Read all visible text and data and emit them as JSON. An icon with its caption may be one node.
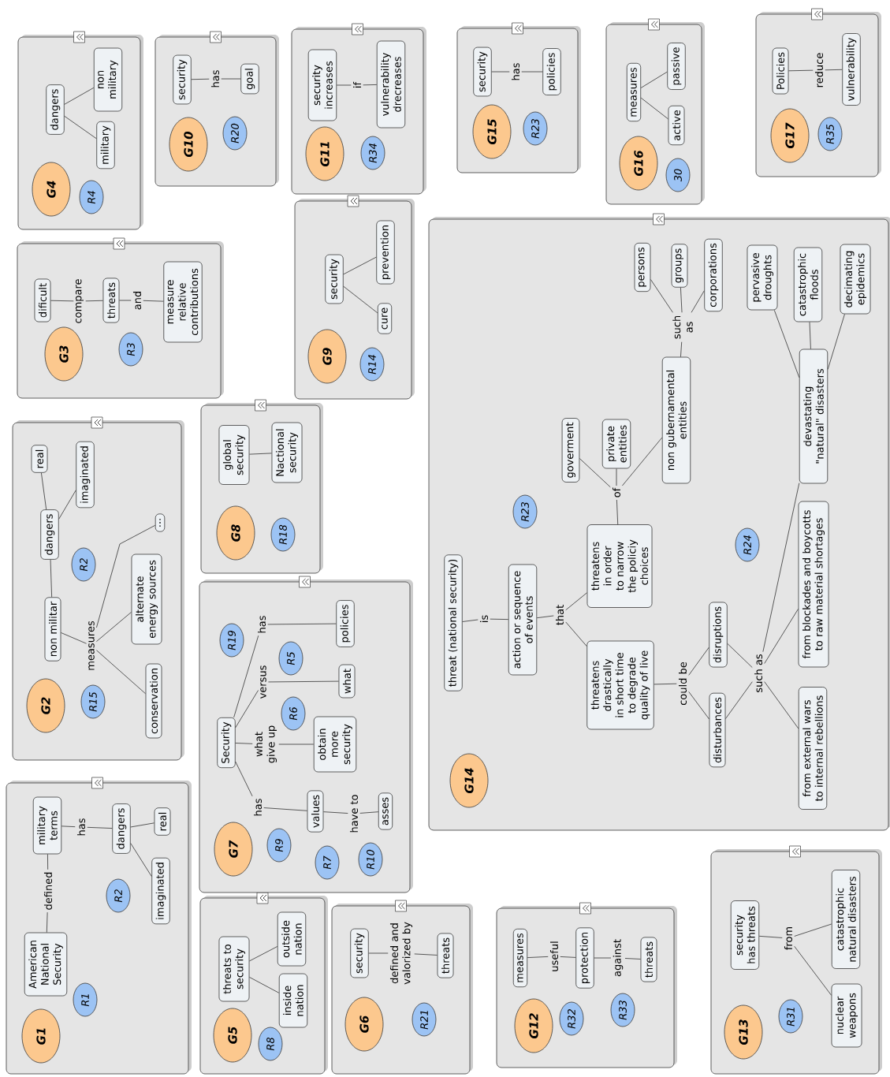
{
  "diagram": {
    "nodes": [
      {
        "text": [],
        "shape": "box"
      },
      {
        "text": [
          "G1"
        ],
        "in": 0
      },
      {
        "text": [
          "R1"
        ],
        "in": 0
      },
      {
        "text": [
          "R2"
        ],
        "in": 0
      },
      {
        "text": [
          "American National Security"
        ],
        "in": 0
      },
      {
        "text": [
          "defined"
        ],
        "in": 0
      },
      {
        "text": [
          "military terms"
        ],
        "in": 0
      },
      {
        "text": [
          "has"
        ],
        "in": 0
      },
      {
        "text": [
          "dangers"
        ],
        "in": 0
      },
      {
        "text": [
          "real"
        ],
        "in": 0
      },
      {
        "text": [
          "imaginated"
        ],
        "in": 0
      },
      {
        "text": [],
        "shape": "box"
      },
      {
        "text": [
          "G2"
        ],
        "in": 11
      },
      {
        "text": [
          "R15"
        ],
        "in": 11
      },
      {
        "text": [
          "R2"
        ],
        "in": 11
      },
      {
        "text": [
          "real"
        ],
        "in": 11
      },
      {
        "text": [
          "imaginated"
        ],
        "in": 11
      },
      {
        "text": [
          "dangers"
        ],
        "in": 11
      },
      {
        "text": [
          "non militar"
        ],
        "in": 11
      },
      {
        "text": [
          "measures"
        ],
        "in": 11
      },
      {
        "text": [
          "alternate energy sources"
        ],
        "in": 11
      },
      {
        "text": [
          "..."
        ],
        "in": 11
      },
      {
        "text": [
          "conservation"
        ],
        "in": 11
      },
      {
        "text": [],
        "shape": "box"
      },
      {
        "text": [
          "G3"
        ],
        "in": 23
      },
      {
        "text": [
          "R3"
        ],
        "in": 23
      },
      {
        "text": [
          "dificult"
        ],
        "in": 23
      },
      {
        "text": [
          "compare"
        ],
        "in": 23
      },
      {
        "text": [
          "threats"
        ],
        "in": 23
      },
      {
        "text": [
          "and"
        ],
        "in": 23
      },
      {
        "text": [
          "measure relative contributions"
        ],
        "in": 23
      },
      {
        "text": [],
        "shape": "box"
      },
      {
        "text": [
          "G4"
        ],
        "in": 31
      },
      {
        "text": [
          "R4"
        ],
        "in": 31
      },
      {
        "text": [
          "dangers"
        ],
        "in": 31
      },
      {
        "text": [
          "military"
        ],
        "in": 31
      },
      {
        "text": [
          "non military"
        ],
        "in": 31
      },
      {
        "text": [],
        "shape": "box"
      },
      {
        "text": [
          "G5"
        ],
        "in": 37
      },
      {
        "text": [
          "R8"
        ],
        "in": 37
      },
      {
        "text": [
          "threats to security"
        ],
        "in": 37
      },
      {
        "text": [
          "outside nation"
        ],
        "in": 37
      },
      {
        "text": [
          "inside nation"
        ],
        "in": 37
      },
      {
        "text": [],
        "shape": "box"
      },
      {
        "text": [
          "G6"
        ],
        "in": 43
      },
      {
        "text": [
          "R21"
        ],
        "in": 43
      },
      {
        "text": [
          "security"
        ],
        "in": 43
      },
      {
        "text": [
          "defined and valorized by"
        ],
        "in": 43
      },
      {
        "text": [
          "threats"
        ],
        "in": 43
      },
      {
        "text": [],
        "shape": "box"
      },
      {
        "text": [
          "G7"
        ],
        "in": 49
      },
      {
        "text": [
          "R19"
        ],
        "in": 49
      },
      {
        "text": [
          "R5"
        ],
        "in": 49
      },
      {
        "text": [
          "R6"
        ],
        "in": 49
      },
      {
        "text": [
          "R9"
        ],
        "in": 49
      },
      {
        "text": [
          "R7"
        ],
        "in": 49
      },
      {
        "text": [
          "R10"
        ],
        "in": 49
      },
      {
        "text": [
          "Security"
        ],
        "in": 49
      },
      {
        "text": [
          "has"
        ],
        "in": 49
      },
      {
        "text": [
          "policies"
        ],
        "in": 49
      },
      {
        "text": [
          "versus"
        ],
        "in": 49
      },
      {
        "text": [
          "what"
        ],
        "in": 49
      },
      {
        "text": [
          "what give up"
        ],
        "in": 49
      },
      {
        "text": [
          "obtain more security"
        ],
        "in": 49
      },
      {
        "text": [
          "has"
        ],
        "in": 49
      },
      {
        "text": [
          "values"
        ],
        "in": 49
      },
      {
        "text": [
          "have to"
        ],
        "in": 49
      },
      {
        "text": [
          "asses"
        ],
        "in": 49
      },
      {
        "text": [],
        "shape": "box"
      },
      {
        "text": [
          "G8"
        ],
        "in": 68
      },
      {
        "text": [
          "R18"
        ],
        "in": 68
      },
      {
        "text": [
          "global security"
        ],
        "in": 68
      },
      {
        "text": [
          "Nactional security"
        ],
        "in": 68
      },
      {
        "text": [],
        "shape": "box"
      },
      {
        "text": [
          "G9"
        ],
        "in": 73
      },
      {
        "text": [
          "R14"
        ],
        "in": 73
      },
      {
        "text": [
          "security"
        ],
        "in": 73
      },
      {
        "text": [
          "cure"
        ],
        "in": 73
      },
      {
        "text": [
          "prevention"
        ],
        "in": 73
      },
      {
        "text": [],
        "shape": "box"
      },
      {
        "text": [
          "G10"
        ],
        "in": 79
      },
      {
        "text": [
          "R20"
        ],
        "in": 79
      },
      {
        "text": [
          "security"
        ],
        "in": 79
      },
      {
        "text": [
          "has"
        ],
        "in": 79
      },
      {
        "text": [
          "goal"
        ],
        "in": 79
      },
      {
        "text": [],
        "shape": "box"
      },
      {
        "text": [
          "G11"
        ],
        "in": 85
      },
      {
        "text": [
          "R34"
        ],
        "in": 85
      },
      {
        "text": [
          "security increases"
        ],
        "in": 85
      },
      {
        "text": [
          "if"
        ],
        "in": 85
      },
      {
        "text": [
          "vulnerability drecreases"
        ],
        "in": 85
      },
      {
        "text": [],
        "shape": "box"
      },
      {
        "text": [
          "G12"
        ],
        "in": 91
      },
      {
        "text": [
          "R32"
        ],
        "in": 91
      },
      {
        "text": [
          "R33"
        ],
        "in": 91
      },
      {
        "text": [
          "measures"
        ],
        "in": 91
      },
      {
        "text": [
          "useful"
        ],
        "in": 91
      },
      {
        "text": [
          "protection"
        ],
        "in": 91
      },
      {
        "text": [
          "against"
        ],
        "in": 91
      },
      {
        "text": [
          "threats"
        ],
        "in": 91
      },
      {
        "text": [],
        "shape": "box"
      },
      {
        "text": [
          "G13"
        ],
        "in": 100
      },
      {
        "text": [
          "R31"
        ],
        "in": 100
      },
      {
        "text": [
          "security has threats"
        ],
        "in": 100
      },
      {
        "text": [
          "from"
        ],
        "in": 100
      },
      {
        "text": [
          "catastrophic natural disasters"
        ],
        "in": 100
      },
      {
        "text": [
          "nuclear weapons"
        ],
        "in": 100
      },
      {
        "text": [],
        "shape": "box"
      },
      {
        "text": [
          "G14"
        ],
        "in": 107
      },
      {
        "text": [
          "R23"
        ],
        "in": 107
      },
      {
        "text": [
          "R24"
        ],
        "in": 107
      },
      {
        "text": [
          "threat (national security)"
        ],
        "in": 107
      },
      {
        "text": [
          "is"
        ],
        "in": 107
      },
      {
        "text": [
          "action or sequence of events"
        ],
        "in": 107
      },
      {
        "text": [
          "that"
        ],
        "in": 107
      },
      {
        "text": [
          "threatens in order to narrow the policiy choices"
        ],
        "in": 107
      },
      {
        "text": [
          "threatens drastically in short time to degrade quality of live"
        ],
        "in": 107
      },
      {
        "text": [
          "of"
        ],
        "in": 107
      },
      {
        "text": [
          "goverment"
        ],
        "in": 107
      },
      {
        "text": [
          "private entities"
        ],
        "in": 107
      },
      {
        "text": [
          "non gubernamental entities"
        ],
        "in": 107
      },
      {
        "text": [
          "such as"
        ],
        "in": 107
      },
      {
        "text": [
          "persons"
        ],
        "in": 107
      },
      {
        "text": [
          "groups"
        ],
        "in": 107
      },
      {
        "text": [
          "corporations"
        ],
        "in": 107
      },
      {
        "text": [
          "could be"
        ],
        "in": 107
      },
      {
        "text": [
          "disruptions"
        ],
        "in": 107
      },
      {
        "text": [
          "disturbances"
        ],
        "in": 107
      },
      {
        "text": [
          "such as"
        ],
        "in": 107
      },
      {
        "text": [
          "from blockades and boycotts to raw material shortages"
        ],
        "in": 107
      },
      {
        "text": [
          "from external wars to internal rebellions"
        ],
        "in": 107
      },
      {
        "text": [
          "devastating \"natural\" disasters"
        ],
        "in": 107
      },
      {
        "text": [
          "pervasive droughts"
        ],
        "in": 107
      },
      {
        "text": [
          "catastrophic floods"
        ],
        "in": 107
      },
      {
        "text": [
          "decimating epidemics"
        ],
        "in": 107
      },
      {
        "text": [],
        "shape": "box"
      },
      {
        "text": [
          "G15"
        ],
        "in": 135
      },
      {
        "text": [
          "R23"
        ],
        "in": 135
      },
      {
        "text": [
          "security"
        ],
        "in": 135
      },
      {
        "text": [
          "has"
        ],
        "in": 135
      },
      {
        "text": [
          "policies"
        ],
        "in": 135
      },
      {
        "text": [],
        "shape": "box"
      },
      {
        "text": [
          "G16"
        ],
        "in": 141
      },
      {
        "text": [
          "30"
        ],
        "in": 141
      },
      {
        "text": [
          "measures"
        ],
        "in": 141
      },
      {
        "text": [
          "passive"
        ],
        "in": 141
      },
      {
        "text": [
          "active"
        ],
        "in": 141
      },
      {
        "text": [],
        "shape": "box"
      },
      {
        "text": [
          "G17"
        ],
        "in": 147
      },
      {
        "text": [
          "R35"
        ],
        "in": 147
      },
      {
        "text": [
          "Policies"
        ],
        "in": 147
      },
      {
        "text": [
          "reduce"
        ],
        "in": 147
      },
      {
        "text": [
          "vulnerability"
        ],
        "in": 147
      }
    ],
    "edges": [
      {
        "from": 4,
        "to": 5,
        "arrow": "none"
      },
      {
        "from": 5,
        "to": 6,
        "arrow": "none"
      },
      {
        "from": 6,
        "to": 7,
        "arrow": "none"
      },
      {
        "from": 7,
        "to": 8,
        "arrow": "none"
      },
      {
        "from": 8,
        "to": 9,
        "arrow": "none"
      },
      {
        "from": 8,
        "to": 10,
        "arrow": "none"
      },
      {
        "from": 17,
        "to": 15,
        "arrow": "none"
      },
      {
        "from": 17,
        "to": 16,
        "arrow": "none"
      },
      {
        "from": 17,
        "to": 18,
        "arrow": "none"
      },
      {
        "from": 18,
        "to": 19,
        "arrow": "none"
      },
      {
        "from": 19,
        "to": 20,
        "arrow": "none"
      },
      {
        "from": 19,
        "to": 21,
        "arrow": "none"
      },
      {
        "from": 19,
        "to": 22,
        "arrow": "none"
      },
      {
        "from": 26,
        "to": 27,
        "arrow": "none"
      },
      {
        "from": 27,
        "to": 28,
        "arrow": "none"
      },
      {
        "from": 28,
        "to": 29,
        "arrow": "none"
      },
      {
        "from": 29,
        "to": 30,
        "arrow": "none"
      },
      {
        "from": 34,
        "to": 35,
        "arrow": "none"
      },
      {
        "from": 34,
        "to": 36,
        "arrow": "none"
      },
      {
        "from": 40,
        "to": 41,
        "arrow": "none"
      },
      {
        "from": 40,
        "to": 42,
        "arrow": "none"
      },
      {
        "from": 46,
        "to": 47,
        "arrow": "none"
      },
      {
        "from": 47,
        "to": 48,
        "arrow": "none"
      },
      {
        "from": 57,
        "to": 58,
        "arrow": "none"
      },
      {
        "from": 58,
        "to": 59,
        "arrow": "none"
      },
      {
        "from": 57,
        "to": 60,
        "arrow": "none"
      },
      {
        "from": 60,
        "to": 61,
        "arrow": "none"
      },
      {
        "from": 57,
        "to": 62,
        "arrow": "none"
      },
      {
        "from": 62,
        "to": 63,
        "arrow": "none"
      },
      {
        "from": 57,
        "to": 64,
        "arrow": "none"
      },
      {
        "from": 64,
        "to": 65,
        "arrow": "none"
      },
      {
        "from": 65,
        "to": 66,
        "arrow": "none"
      },
      {
        "from": 66,
        "to": 67,
        "arrow": "none"
      },
      {
        "from": 71,
        "to": 72,
        "arrow": "none"
      },
      {
        "from": 76,
        "to": 77,
        "arrow": "none"
      },
      {
        "from": 76,
        "to": 78,
        "arrow": "none"
      },
      {
        "from": 82,
        "to": 83,
        "arrow": "none"
      },
      {
        "from": 83,
        "to": 84,
        "arrow": "none"
      },
      {
        "from": 88,
        "to": 89,
        "arrow": "none"
      },
      {
        "from": 89,
        "to": 90,
        "arrow": "none"
      },
      {
        "from": 95,
        "to": 96,
        "arrow": "none"
      },
      {
        "from": 96,
        "to": 97,
        "arrow": "none"
      },
      {
        "from": 97,
        "to": 98,
        "arrow": "none"
      },
      {
        "from": 98,
        "to": 99,
        "arrow": "none"
      },
      {
        "from": 103,
        "to": 104,
        "arrow": "none"
      },
      {
        "from": 104,
        "to": 105,
        "arrow": "none"
      },
      {
        "from": 104,
        "to": 106,
        "arrow": "none"
      },
      {
        "from": 111,
        "to": 112,
        "arrow": "none"
      },
      {
        "from": 112,
        "to": 113,
        "arrow": "none"
      },
      {
        "from": 113,
        "to": 114,
        "arrow": "none"
      },
      {
        "from": 114,
        "to": 115,
        "arrow": "none"
      },
      {
        "from": 114,
        "to": 116,
        "arrow": "none"
      },
      {
        "from": 115,
        "to": 117,
        "arrow": "none"
      },
      {
        "from": 117,
        "to": 118,
        "arrow": "none"
      },
      {
        "from": 117,
        "to": 119,
        "arrow": "none"
      },
      {
        "from": 117,
        "to": 120,
        "arrow": "none"
      },
      {
        "from": 120,
        "to": 121,
        "arrow": "none"
      },
      {
        "from": 121,
        "to": 122,
        "arrow": "none"
      },
      {
        "from": 121,
        "to": 123,
        "arrow": "none"
      },
      {
        "from": 121,
        "to": 124,
        "arrow": "none"
      },
      {
        "from": 116,
        "to": 125,
        "arrow": "none"
      },
      {
        "from": 125,
        "to": 126,
        "arrow": "none"
      },
      {
        "from": 125,
        "to": 127,
        "arrow": "none"
      },
      {
        "from": 126,
        "to": 128,
        "arrow": "none"
      },
      {
        "from": 127,
        "to": 128,
        "arrow": "none"
      },
      {
        "from": 128,
        "to": 129,
        "arrow": "none"
      },
      {
        "from": 128,
        "to": 130,
        "arrow": "none"
      },
      {
        "from": 128,
        "to": 131,
        "arrow": "none"
      },
      {
        "from": 131,
        "to": 132,
        "arrow": "none"
      },
      {
        "from": 131,
        "to": 133,
        "arrow": "none"
      },
      {
        "from": 131,
        "to": 134,
        "arrow": "none"
      },
      {
        "from": 138,
        "to": 139,
        "arrow": "none"
      },
      {
        "from": 139,
        "to": 140,
        "arrow": "none"
      },
      {
        "from": 144,
        "to": 145,
        "arrow": "none"
      },
      {
        "from": 144,
        "to": 146,
        "arrow": "none"
      },
      {
        "from": 150,
        "to": 151,
        "arrow": "none"
      },
      {
        "from": 151,
        "to": 152,
        "arrow": "none"
      }
    ]
  }
}
